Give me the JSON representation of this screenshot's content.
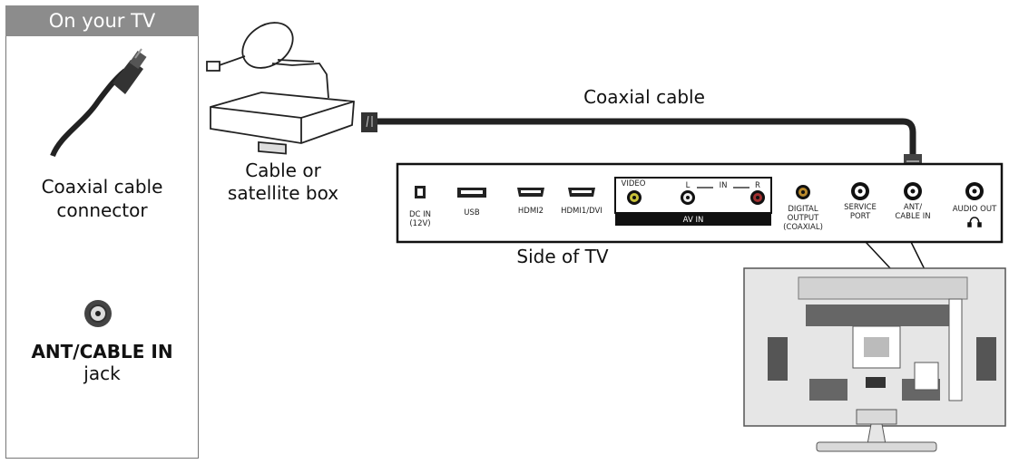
{
  "panel": {
    "header": "On your TV",
    "connector_label_1": "Coaxial cable",
    "connector_label_2": "connector",
    "jack_label_bold": "ANT/CABLE IN",
    "jack_label": "jack"
  },
  "box_label_1": "Cable or",
  "box_label_2": "satellite box",
  "cable_label": "Coaxial cable",
  "side_label": "Side of TV",
  "ports": {
    "dc_in_1": "DC IN",
    "dc_in_2": "(12V)",
    "usb": "USB",
    "hdmi2": "HDMI2",
    "hdmi1": "HDMI1/DVI",
    "video": "VIDEO",
    "l": "L",
    "in": "IN",
    "r": "R",
    "av_in": "AV IN",
    "digital_1": "DIGITAL",
    "digital_2": "OUTPUT",
    "digital_3": "(COAXIAL)",
    "service_1": "SERVICE",
    "service_2": "PORT",
    "ant_1": "ANT/",
    "ant_2": "CABLE IN",
    "audio_out": "AUDIO OUT"
  }
}
